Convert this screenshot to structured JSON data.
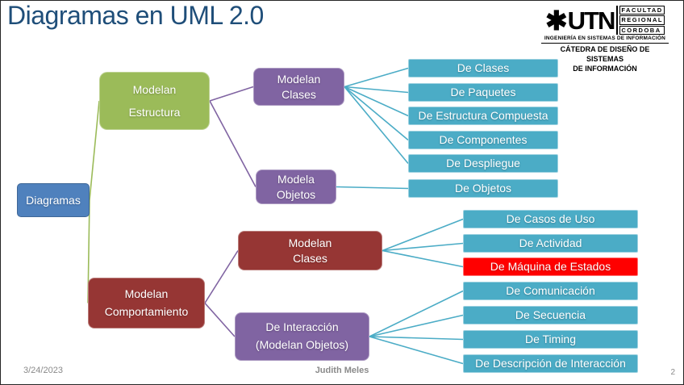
{
  "slide": {
    "title": "Diagramas en UML 2.0",
    "footer": {
      "date": "3/24/2023",
      "author": "Judith Meles",
      "page_number": "2"
    }
  },
  "logo": {
    "gear_icon": "utn-gear-icon",
    "gear_glyph": "✱",
    "acronym": "UTN",
    "faculty_lines": [
      "FACULTAD",
      "REGIONAL",
      "CORDOBA"
    ],
    "program": "INGENIERÍA EN SISTEMAS DE INFORMACIÓN",
    "catedra": "CÁTEDRA DE DISEÑO DE SISTEMAS\nDE INFORMACIÓN"
  },
  "colors": {
    "title_blue": "#1F4E79",
    "blue": "#4F81BD",
    "green": "#9BBB59",
    "purple": "#8064A2",
    "dark_red": "#963634",
    "teal": "#4BACC6",
    "bright_red": "#FF0000",
    "footer_gray": "#8A8A8A"
  },
  "diagram": {
    "nodes": {
      "diagramas": {
        "label": "Diagramas",
        "color": "blue"
      },
      "modelan_estructura": {
        "label": "Modelan\nEstructura",
        "color": "green"
      },
      "modelan_clases_e": {
        "label": "Modelan\nClases",
        "color": "purple"
      },
      "modela_objetos": {
        "label": "Modela\nObjetos",
        "color": "purple"
      },
      "de_clases": {
        "label": "De Clases",
        "color": "teal"
      },
      "de_paquetes": {
        "label": "De Paquetes",
        "color": "teal"
      },
      "de_estructura_compuesta": {
        "label": "De Estructura Compuesta",
        "color": "teal"
      },
      "de_componentes": {
        "label": "De Componentes",
        "color": "teal"
      },
      "de_despliegue": {
        "label": "De Despliegue",
        "color": "teal"
      },
      "de_objetos": {
        "label": "De Objetos",
        "color": "teal"
      },
      "modelan_comportamiento": {
        "label": "Modelan\nComportamiento",
        "color": "dark_red"
      },
      "modelan_clases_c": {
        "label": "Modelan\nClases",
        "color": "dark_red"
      },
      "de_interaccion": {
        "label": "De Interacción\n(Modelan Objetos)",
        "color": "purple"
      },
      "de_casos_de_uso": {
        "label": "De Casos de Uso",
        "color": "teal"
      },
      "de_actividad": {
        "label": "De Actividad",
        "color": "teal"
      },
      "de_maquina_de_estados": {
        "label": "De Máquina de Estados",
        "color": "bright_red"
      },
      "de_comunicacion": {
        "label": "De Comunicación",
        "color": "teal"
      },
      "de_secuencia": {
        "label": "De Secuencia",
        "color": "teal"
      },
      "de_timing": {
        "label": "De Timing",
        "color": "teal"
      },
      "de_descripcion": {
        "label": "De Descripción de Interacción",
        "color": "teal"
      }
    },
    "edges": [
      {
        "from": "diagramas",
        "to": "modelan_estructura",
        "color": "green"
      },
      {
        "from": "diagramas",
        "to": "modelan_comportamiento",
        "color": "green"
      },
      {
        "from": "modelan_estructura",
        "to": "modelan_clases_e",
        "color": "purple"
      },
      {
        "from": "modelan_estructura",
        "to": "modela_objetos",
        "color": "purple"
      },
      {
        "from": "modelan_clases_e",
        "to": "de_clases",
        "color": "teal"
      },
      {
        "from": "modelan_clases_e",
        "to": "de_paquetes",
        "color": "teal"
      },
      {
        "from": "modelan_clases_e",
        "to": "de_estructura_compuesta",
        "color": "teal"
      },
      {
        "from": "modelan_clases_e",
        "to": "de_componentes",
        "color": "teal"
      },
      {
        "from": "modelan_clases_e",
        "to": "de_despliegue",
        "color": "teal"
      },
      {
        "from": "modela_objetos",
        "to": "de_objetos",
        "color": "teal"
      },
      {
        "from": "modelan_comportamiento",
        "to": "modelan_clases_c",
        "color": "purple"
      },
      {
        "from": "modelan_comportamiento",
        "to": "de_interaccion",
        "color": "purple"
      },
      {
        "from": "modelan_clases_c",
        "to": "de_casos_de_uso",
        "color": "teal"
      },
      {
        "from": "modelan_clases_c",
        "to": "de_actividad",
        "color": "teal"
      },
      {
        "from": "modelan_clases_c",
        "to": "de_maquina_de_estados",
        "color": "teal"
      },
      {
        "from": "de_interaccion",
        "to": "de_comunicacion",
        "color": "teal"
      },
      {
        "from": "de_interaccion",
        "to": "de_secuencia",
        "color": "teal"
      },
      {
        "from": "de_interaccion",
        "to": "de_timing",
        "color": "teal"
      },
      {
        "from": "de_interaccion",
        "to": "de_descripcion",
        "color": "teal"
      }
    ]
  }
}
